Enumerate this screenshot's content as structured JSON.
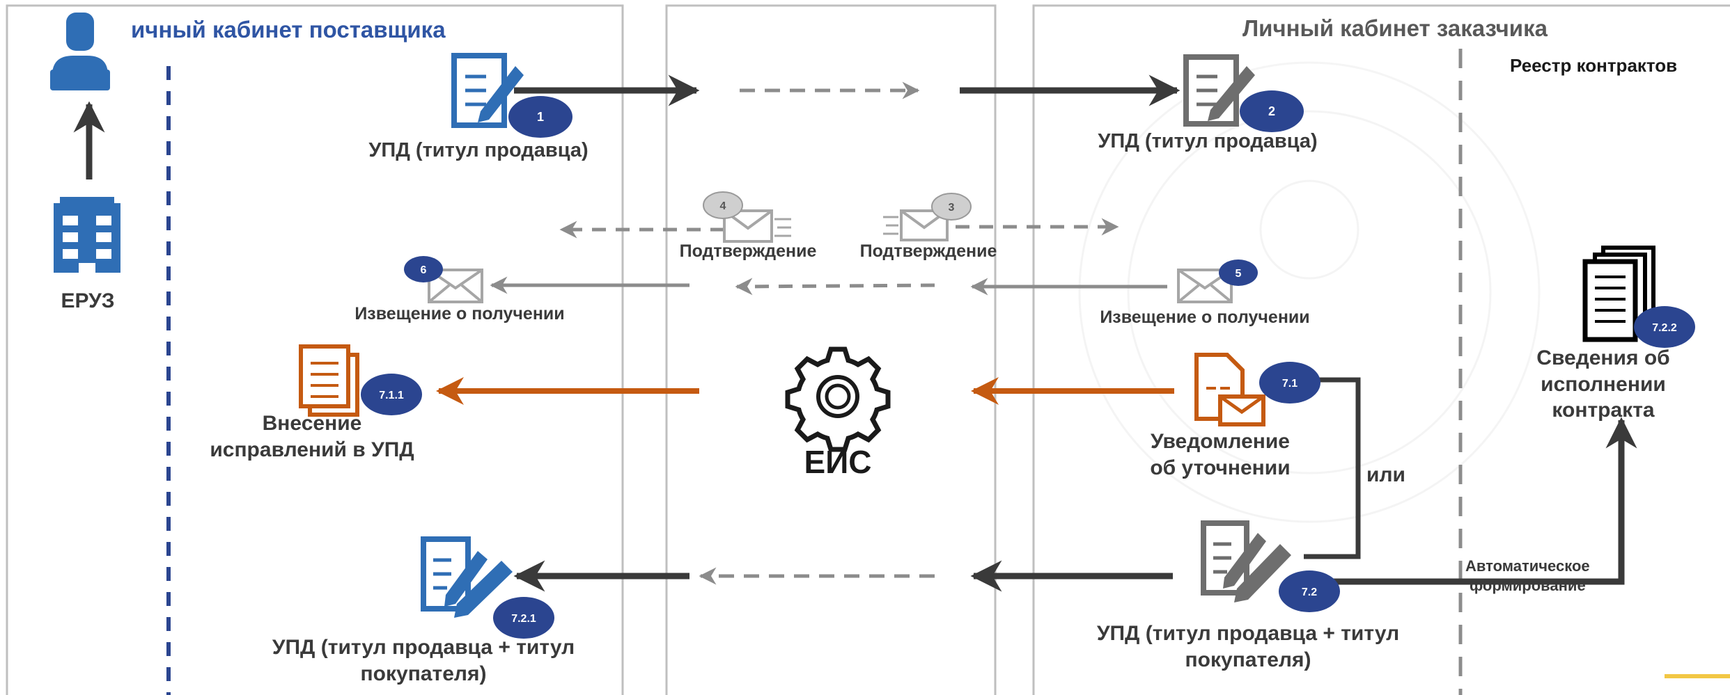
{
  "colors": {
    "blue": "#2f6eb5",
    "navy": "#2b4590",
    "orange": "#c55a11",
    "dark": "#3a3a3a",
    "grey": "#8c8c8c",
    "panel": "#bfbfbf",
    "gold": "#f2c744"
  },
  "panels": {
    "supplier_title": "ичный кабинет поставщика",
    "customer_title": "Личный кабинет заказчика",
    "registry_title": "Реестр контрактов"
  },
  "left": {
    "eruz": "ЕРУЗ",
    "icons": [
      "user-icon",
      "building-icon"
    ]
  },
  "center": {
    "eis": "ЕИС",
    "icon": "gear-icon"
  },
  "nodes": {
    "upd_seller_supplier": "УПД (титул продавца)",
    "upd_seller_customer": "УПД (титул продавца)",
    "confirm_4": "Подтверждение",
    "confirm_3": "Подтверждение",
    "notice_supplier": "Извещение о получении",
    "notice_customer": "Извещение о получении",
    "correction_line1": "Внесение",
    "correction_line2": "исправлений в УПД",
    "clarify_line1": "Уведомление",
    "clarify_line2": "об уточнении",
    "or": "или",
    "upd_full_supplier_line1": "УПД (титул продавца +  титул",
    "upd_full_supplier_line2": "покупателя)",
    "upd_full_customer_line1": "УПД (титул продавца +  титул",
    "upd_full_customer_line2": "покупателя)",
    "auto_line1": "Автоматическое",
    "auto_line2": "формирование",
    "exec_line1": "Сведения об",
    "exec_line2": "исполнении",
    "exec_line3": "контракта"
  },
  "badges": {
    "b1": "1",
    "b2": "2",
    "b3": "3",
    "b4": "4",
    "b5": "5",
    "b6": "6",
    "b711": "7.1.1",
    "b71": "7.1",
    "b72": "7.2",
    "b721": "7.2.1",
    "b722": "7.2.2"
  }
}
